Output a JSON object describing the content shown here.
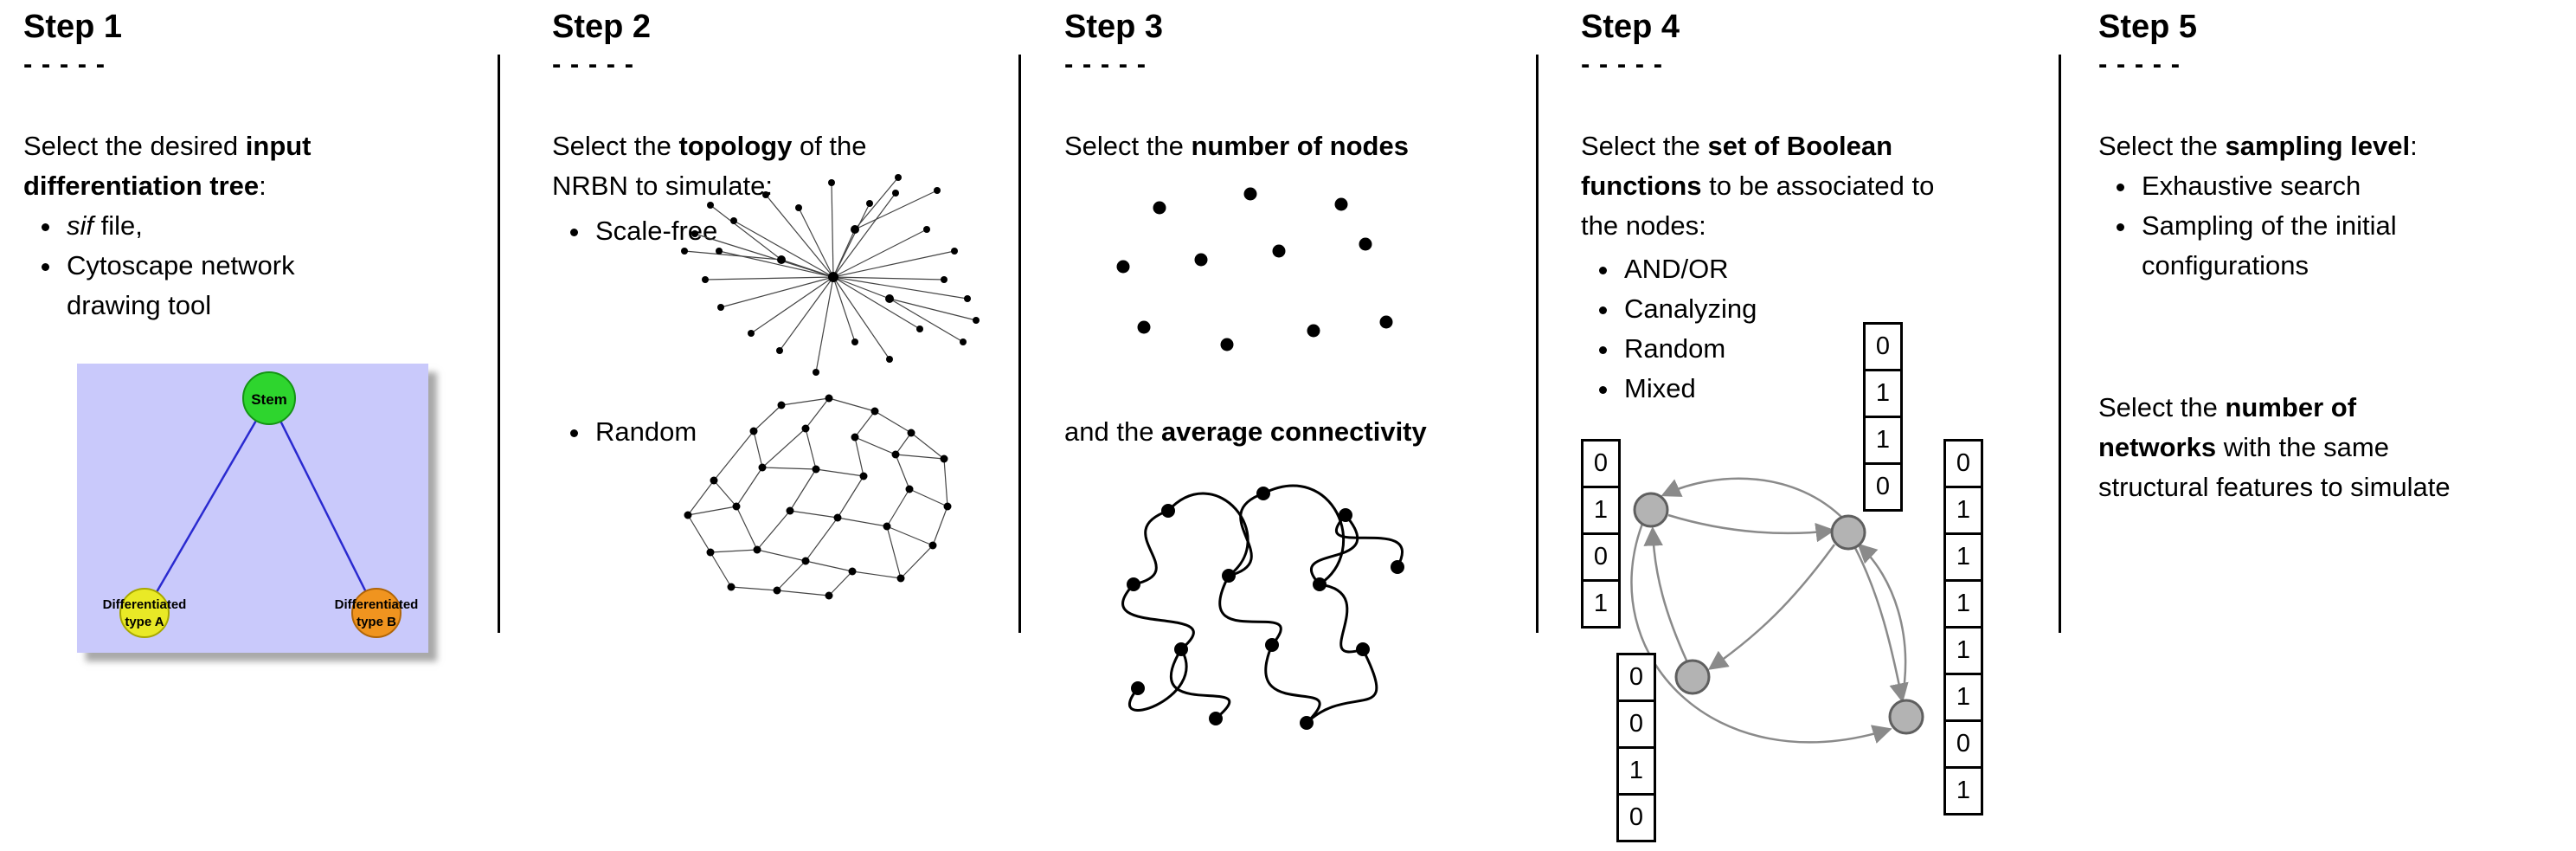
{
  "page": {
    "background": "#ffffff",
    "text_color": "#000000"
  },
  "steps": [
    {
      "title": "Step 1",
      "dashes": "- - - - -",
      "intro": {
        "pre": "Select the desired ",
        "bold": "input differentiation tree",
        "post": ":"
      },
      "bullets": {
        "item1": {
          "italic": "sif",
          "rest": " file,"
        },
        "item2": "Cytoscape network drawing tool"
      },
      "tree": {
        "root_label": "Stem",
        "left_label_line1": "Differentiated",
        "left_label_line2": "type A",
        "right_label_line1": "Differentiated",
        "right_label_line2": "type B",
        "colors": {
          "background": "#c9c9fb",
          "root": "#2ed52e",
          "root_stroke": "#149414",
          "left": "#e8e populated",
          "left_fill": "#e9e926",
          "left_stroke": "#a8a800",
          "right_fill": "#f0941f",
          "right_stroke": "#b06508",
          "edge": "#2a2ad0"
        }
      }
    },
    {
      "title": "Step 2",
      "dashes": "- - - - -",
      "intro": {
        "pre": "Select the ",
        "bold": "topology",
        "post": " of the NRBN to simulate:"
      },
      "bullets": {
        "item1": "Scale-free",
        "item2": "Random"
      }
    },
    {
      "title": "Step 3",
      "dashes": "- - - - -",
      "line1": {
        "pre": "Select the ",
        "bold": "number of nodes",
        "post": ""
      },
      "line2": {
        "pre": "and the ",
        "bold": "average connectivity",
        "post": ""
      }
    },
    {
      "title": "Step 4",
      "dashes": "- - - - -",
      "intro": {
        "pre": "Select the ",
        "bold": "set of Boolean functions",
        "post": " to be associated to the nodes:"
      },
      "bullets": {
        "item1": "AND/OR",
        "item2": "Canalyzing",
        "item3": "Random",
        "item4": "Mixed"
      },
      "tables": {
        "left": [
          "0",
          "1",
          "0",
          "1"
        ],
        "top": [
          "0",
          "1",
          "1",
          "0"
        ],
        "bottom": [
          "0",
          "0",
          "1",
          "0"
        ],
        "right": [
          "0",
          "1",
          "1",
          "1",
          "1",
          "1",
          "0",
          "1"
        ]
      },
      "colors": {
        "node_fill": "#b3b3b3",
        "node_stroke": "#5f5f5f",
        "arrow": "#8a8a8a"
      }
    },
    {
      "title": "Step 5",
      "dashes": "- - - - -",
      "intro": {
        "pre": "Select the ",
        "bold": "sampling level",
        "post": ":"
      },
      "bullets": {
        "item1": "Exhaustive search",
        "item2": "Sampling of the initial configurations"
      },
      "note": {
        "l1_pre": "Select the ",
        "l1_bold": "number of",
        "l2_bold": "networks",
        "l2_rest": " with the same",
        "l3": "structural features to simulate"
      }
    }
  ]
}
